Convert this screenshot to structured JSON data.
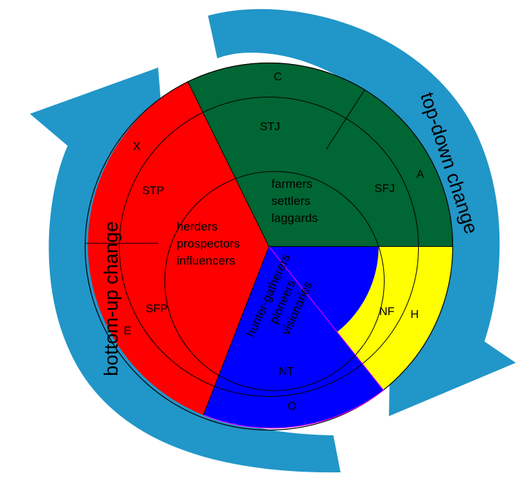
{
  "arrows": {
    "left_label": "bottom-up change",
    "right_label": "top-down change",
    "color": "#2196c8"
  },
  "colors": {
    "red": "#ff0000",
    "green": "#006633",
    "blue": "#0000ff",
    "yellow": "#ffff00",
    "outline": "#000000"
  },
  "segments": {
    "green": {
      "outer": [
        "C",
        "A"
      ],
      "middle": [
        "STJ",
        "SFJ"
      ],
      "core": [
        "farmers",
        "settlers",
        "laggards"
      ]
    },
    "red": {
      "outer": [
        "X",
        "E"
      ],
      "middle": [
        "STP",
        "SFP"
      ],
      "core": [
        "herders",
        "prospectors",
        "influencers"
      ]
    },
    "blue": {
      "outer": [
        "O"
      ],
      "middle": [
        "NT"
      ],
      "core": [
        "hunter-gatherers",
        "pioneers",
        "visionaries"
      ]
    },
    "yellow": {
      "outer": [
        "H"
      ],
      "middle": [
        "NF"
      ]
    }
  }
}
